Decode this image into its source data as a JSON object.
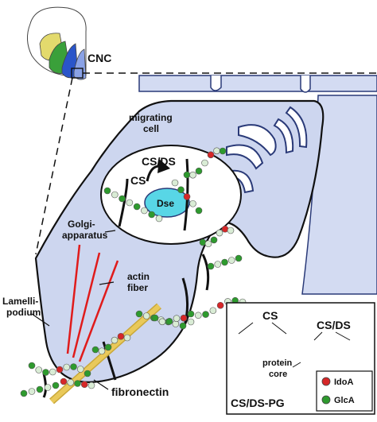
{
  "labels": {
    "cnc": "CNC",
    "migrating_cell": [
      "migrating",
      "cell"
    ],
    "cs_ds_top": "CS/DS",
    "cs_inner": "CS",
    "dse": "Dse",
    "golgi": [
      "Golgi-",
      "apparatus"
    ],
    "actin": [
      "actin",
      "fiber"
    ],
    "lamellipodium": [
      "Lamelli-",
      "podium"
    ],
    "fibronectin": "fibronectin"
  },
  "legend": {
    "cs": "CS",
    "cs_ds": "CS/DS",
    "protein_core": [
      "protein",
      "core"
    ],
    "title": "CS/DS-PG",
    "items": [
      {
        "label": "IdoA",
        "color": "#d62728"
      },
      {
        "label": "GlcA",
        "color": "#2e9a2e"
      }
    ]
  },
  "colors": {
    "cell_fill": "#cdd6ef",
    "cell_outline": "#2a3a78",
    "background_tissue": "#dfe5f5",
    "dse_fill": "#58d6e6",
    "actin": "#e01b1b",
    "fibronectin": "#e9c95a",
    "bead_green": "#2e9a2e",
    "bead_light": "#d9ecd5",
    "bead_red": "#d62728",
    "crest_yellow": "#e3da6d",
    "crest_green": "#3aa03a",
    "crest_blue": "#2a55c9",
    "crest_light_blue": "#8aa2e6"
  }
}
